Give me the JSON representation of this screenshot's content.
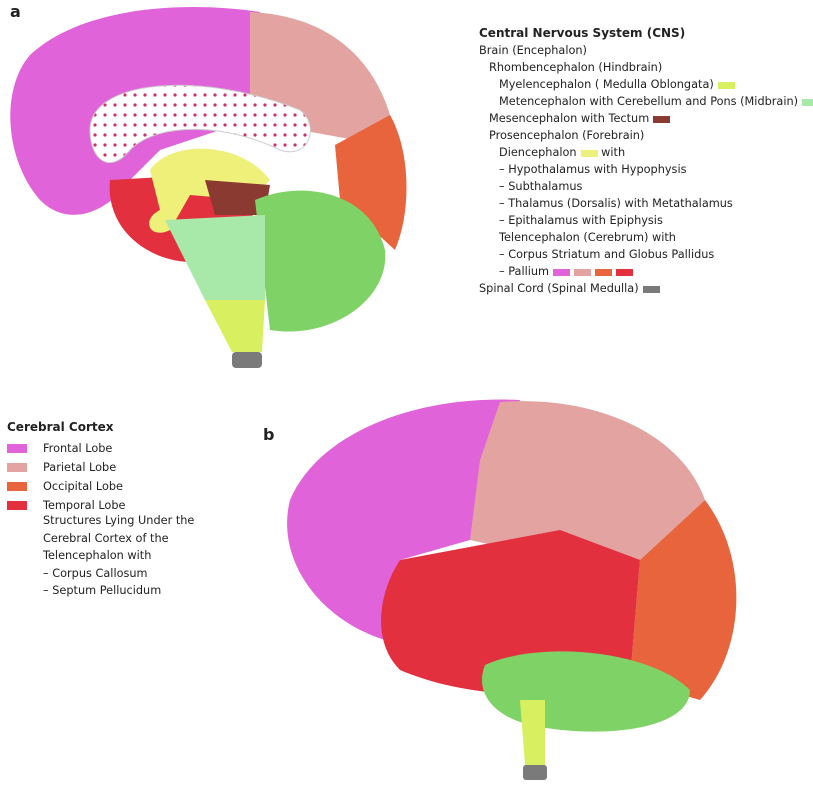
{
  "panels": {
    "a": "a",
    "b": "b"
  },
  "colors": {
    "frontal": "#e063d9",
    "parietal": "#e3a3a0",
    "occipital": "#e8643c",
    "temporal": "#e3303f",
    "cerebellum": "#7fd266",
    "brainstem": "#a8e8a8",
    "spinal": "#d8f060",
    "diencephalon": "#eef07a",
    "mesencephalon": "#8a3a30",
    "spinal_tip": "#7a7a7a"
  },
  "cns_legend": {
    "title": "Central Nervous System (CNS)",
    "items": [
      {
        "text": "Brain (Encephalon)",
        "indent": 0
      },
      {
        "text": "Rhombencephalon (Hindbrain)",
        "indent": 1
      },
      {
        "text": "Myelencephalon ( Medulla Oblongata)",
        "indent": 2,
        "swatch": "#d8f060"
      },
      {
        "text": "Metencephalon with Cerebellum and Pons (Midbrain)",
        "indent": 2,
        "swatch": "#a8e8a8"
      },
      {
        "text": "Mesencephalon with Tectum",
        "indent": 1,
        "swatch": "#8a3a30"
      },
      {
        "text": "Prosencephalon (Forebrain)",
        "indent": 1
      },
      {
        "text": "Diencephalon",
        "indent": 2,
        "swatch": "#eef07a",
        "suffix": "with"
      },
      {
        "text": "– Hypothalamus with Hypophysis",
        "indent": 2
      },
      {
        "text": "– Subthalamus",
        "indent": 2
      },
      {
        "text": "– Thalamus (Dorsalis) with Metathalamus",
        "indent": 2
      },
      {
        "text": "– Epithalamus with Epiphysis",
        "indent": 2
      },
      {
        "text": "Telencephalon (Cerebrum) with",
        "indent": 2
      },
      {
        "text": "– Corpus Striatum and Globus Pallidus",
        "indent": 2
      },
      {
        "text": "– Pallium",
        "indent": 2,
        "swatches": [
          "#e063d9",
          "#e3a3a0",
          "#e8643c",
          "#e3303f"
        ]
      },
      {
        "text": "Spinal Cord (Spinal Medulla)",
        "indent": 0,
        "swatch": "#7a7a7a"
      }
    ]
  },
  "cortex_legend": {
    "title": "Cerebral Cortex",
    "items": [
      {
        "text": "Frontal Lobe",
        "color": "#e063d9"
      },
      {
        "text": "Parietal Lobe",
        "color": "#e3a3a0"
      },
      {
        "text": "Occipital Lobe",
        "color": "#e8643c"
      },
      {
        "text": "Temporal Lobe",
        "color": "#e3303f"
      }
    ],
    "structures": [
      "Structures Lying Under the",
      "Cerebral Cortex of the",
      "Telencephalon with",
      "– Corpus Callosum",
      "– Septum Pellucidum"
    ]
  }
}
